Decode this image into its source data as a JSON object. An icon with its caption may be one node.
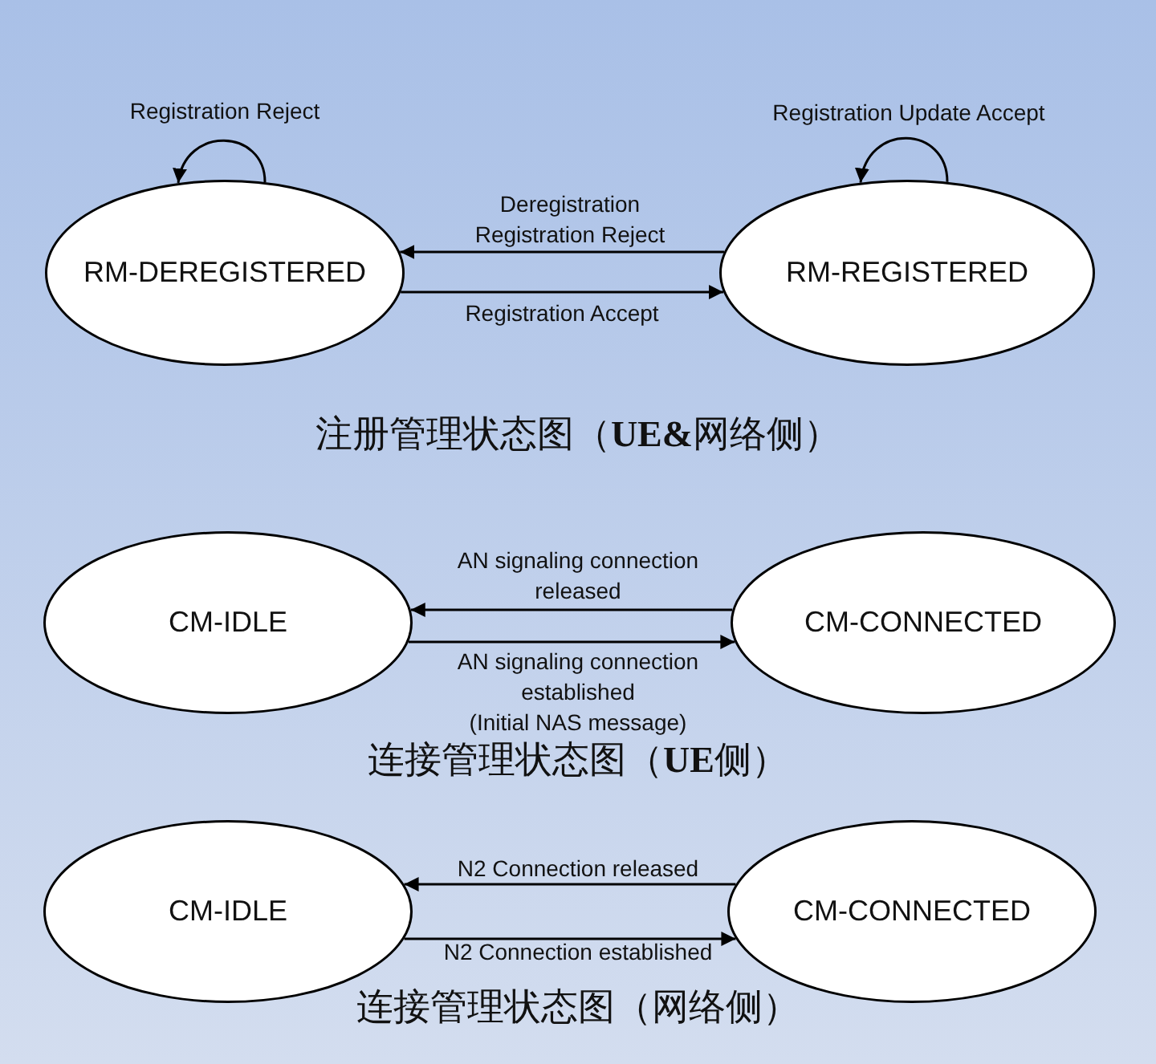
{
  "diagram": {
    "nodes": [
      {
        "text": [
          "RM-DEREGISTERED"
        ]
      },
      {
        "text": [
          "RM-REGISTERED"
        ]
      },
      {
        "text": [
          "CM-IDLE"
        ]
      },
      {
        "text": [
          "CM-CONNECTED"
        ]
      },
      {
        "text": [
          "CM-IDLE"
        ]
      },
      {
        "text": [
          "CM-CONNECTED"
        ]
      }
    ],
    "edges": [
      {
        "from": 0,
        "to": 0,
        "arrow": "to",
        "label": "Registration Reject"
      },
      {
        "from": 1,
        "to": 1,
        "arrow": "to",
        "label": "Registration Update Accept"
      },
      {
        "from": 1,
        "to": 0,
        "arrow": "to",
        "label": "Deregistration Registration Reject"
      },
      {
        "from": 0,
        "to": 1,
        "arrow": "to",
        "label": "Registration Accept"
      },
      {
        "from": 3,
        "to": 2,
        "arrow": "to",
        "label": "AN signaling connection released"
      },
      {
        "from": 2,
        "to": 3,
        "arrow": "to",
        "label": "AN signaling connection established (Initial NAS message)"
      },
      {
        "from": 5,
        "to": 4,
        "arrow": "to",
        "label": "N2 Connection released"
      },
      {
        "from": 4,
        "to": 5,
        "arrow": "to",
        "label": "N2 Connection established"
      }
    ],
    "labels": [
      "注册管理状态图（**UE&**网络侧）",
      "连接管理状态图（**UE**侧）",
      "连接管理状态图（网络侧）"
    ]
  }
}
